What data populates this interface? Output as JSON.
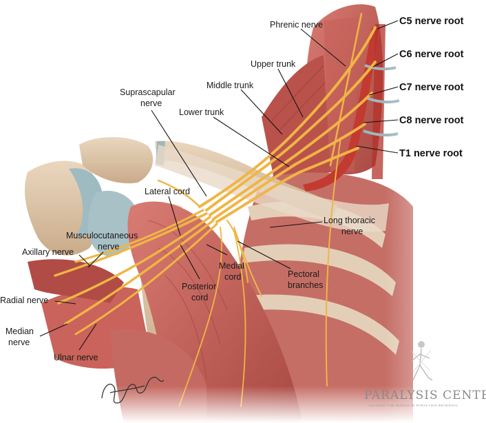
{
  "labels": {
    "c5": "C5 nerve root",
    "c6": "C6 nerve root",
    "c7": "C7 nerve root",
    "c8": "C8 nerve root",
    "t1": "T1 nerve root",
    "phrenic": "Phrenic nerve",
    "upper_trunk": "Upper trunk",
    "middle_trunk": "Middle trunk",
    "lower_trunk": "Lower trunk",
    "suprascapular_1": "Suprascapular",
    "suprascapular_2": "nerve",
    "lateral_cord": "Lateral cord",
    "musculocutaneous_1": "Musculocutaneous",
    "musculocutaneous_2": "nerve",
    "axillary": "Axillary nerve",
    "radial": "Radial nerve",
    "median_1": "Median",
    "median_2": "nerve",
    "ulnar": "Ulnar nerve",
    "posterior_cord_1": "Posterior",
    "posterior_cord_2": "cord",
    "medial_cord_1": "Medial",
    "medial_cord_2": "cord",
    "pectoral_1": "Pectoral",
    "pectoral_2": "branches",
    "long_thoracic_1": "Long thoracic",
    "long_thoracic_2": "nerve"
  },
  "logo": {
    "name": "PARALYSIS CENTER",
    "tagline": "LEADING THE WORLD IN PARALYSIS REVERSAL"
  },
  "colors": {
    "muscle": "#c96a63",
    "muscle_dark": "#a9433e",
    "nerve": "#f0b545",
    "bone": "#dcc4a7",
    "cartilage": "#9fb7bd",
    "artery": "#c23a30"
  }
}
